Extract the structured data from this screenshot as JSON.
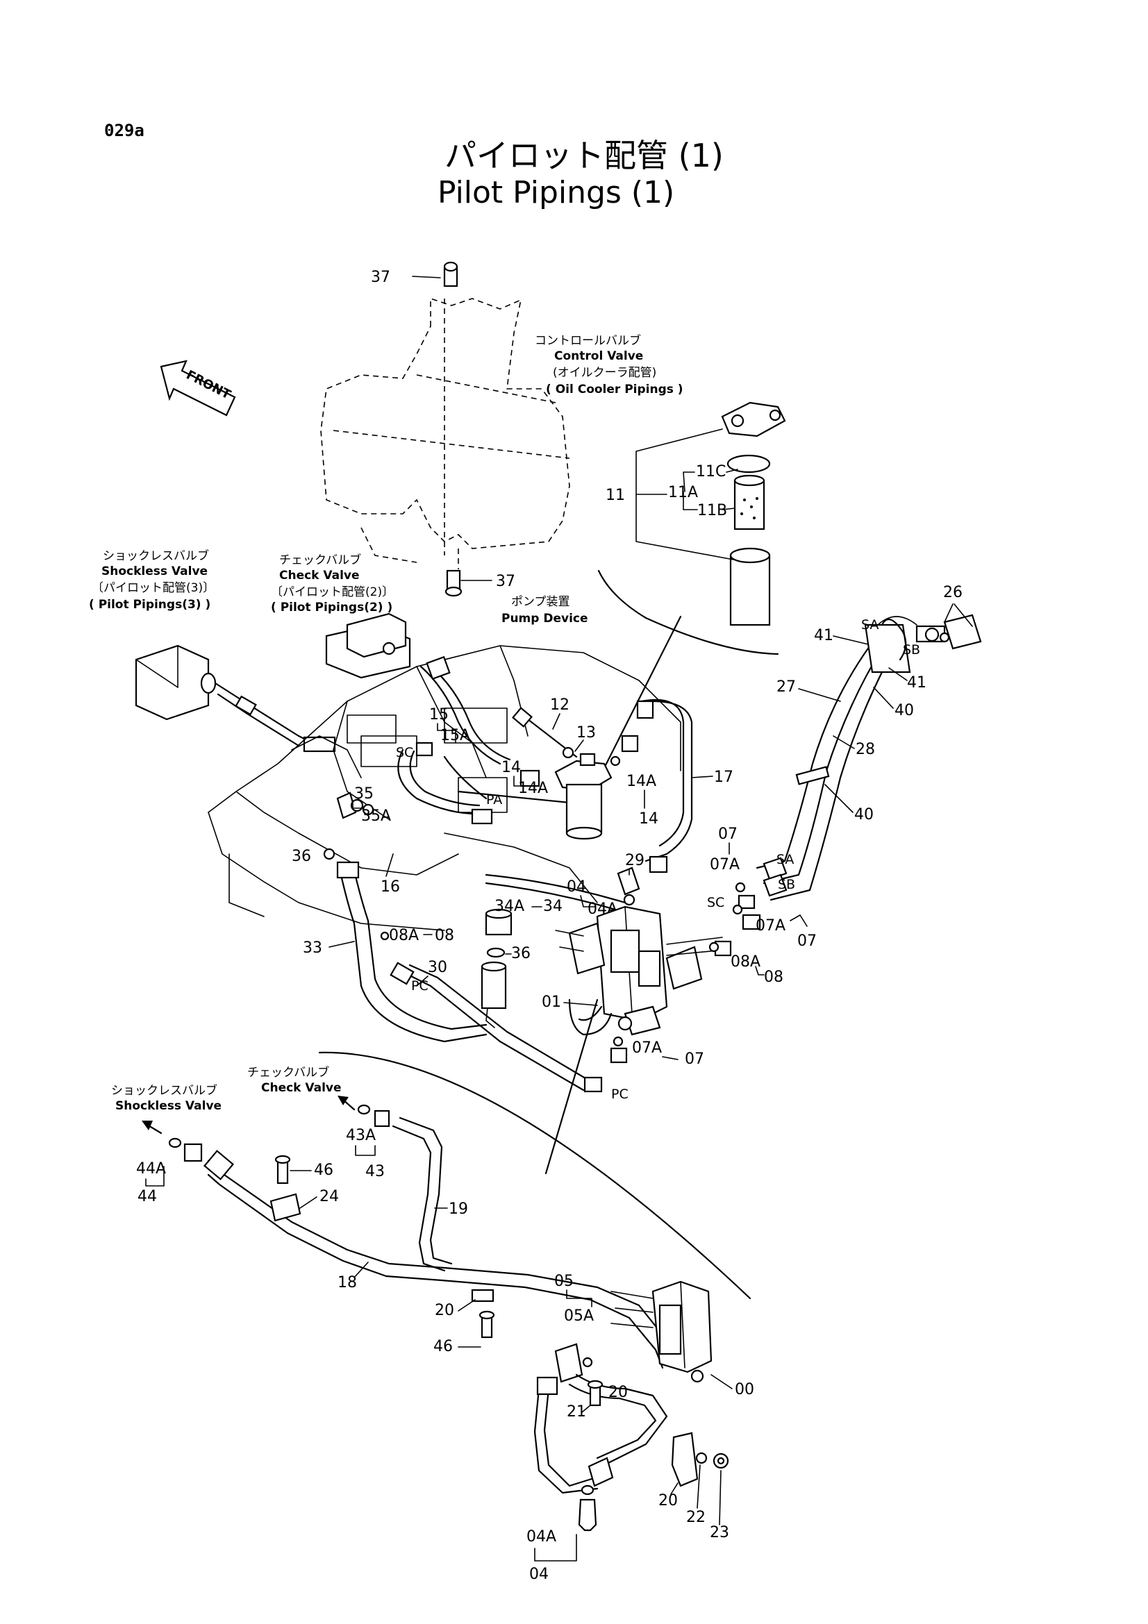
{
  "page_id": "029a",
  "title_jp": "パイロット配管 (1)",
  "title_en": "Pilot Pipings (1)",
  "front_label": "FRONT",
  "notes": {
    "control_valve": [
      "コントロールバルブ",
      "Control Valve",
      "(オイルクーラ配管)",
      "( Oil Cooler Pipings )"
    ],
    "shockless_top": [
      "ショックレスバルブ",
      "Shockless Valve",
      "〔パイロット配管(3)〕",
      "( Pilot Pipings(3) )"
    ],
    "check_top": [
      "チェックバルブ",
      "Check Valve",
      "〔パイロット配管(2)〕",
      "( Pilot Pipings(2) )"
    ],
    "pump": [
      "ポンプ装置",
      "Pump Device"
    ],
    "check_bottom": [
      "チェックバルブ",
      "Check Valve"
    ],
    "shockless_bottom": [
      "ショックレスバルブ",
      "Shockless Valve"
    ]
  },
  "callouts": {
    "c37a": "37",
    "c37b": "37",
    "c11": "11",
    "c11A": "11A",
    "c11B": "11B",
    "c11C": "11C",
    "c26": "26",
    "cSA1": "SA",
    "cSB1": "SB",
    "c41a": "41",
    "c41b": "41",
    "c40a": "40",
    "c27": "27",
    "c28": "28",
    "c40b": "40",
    "c12": "12",
    "c13": "13",
    "c15": "15",
    "c15A": "15A",
    "cSC1": "SC",
    "cPA": "PA",
    "c14a": "14",
    "c14Aa": "14A",
    "c14Ab": "14A",
    "c14b": "14",
    "c17": "17",
    "c35": "35",
    "c35A": "35A",
    "c36a": "36",
    "c16": "16",
    "c29": "29",
    "c04a": "04",
    "c04Aa": "04A",
    "c07a": "07",
    "c07Aa": "07A",
    "cSA2": "SA",
    "cSB2": "SB",
    "cSC2": "SC",
    "c07Ab": "07A",
    "c07b": "07",
    "c34A": "34A",
    "c34": "34",
    "c36b": "36",
    "c08Aa": "08A",
    "c08a": "08",
    "c33": "33",
    "c30": "30",
    "cPC1": "PC",
    "c08Ab": "08A",
    "c08b": "08",
    "c01": "01",
    "c07Ac": "07A",
    "c07c": "07",
    "cPC2": "PC",
    "c43A": "43A",
    "c43": "43",
    "c44A": "44A",
    "c44": "44",
    "c46a": "46",
    "c24": "24",
    "c19": "19",
    "c18": "18",
    "c05": "05",
    "c05A": "05A",
    "c20a": "20",
    "c46b": "46",
    "c20b": "20",
    "c21": "21",
    "c00": "00",
    "c04Ab": "04A",
    "c04b": "04",
    "c20c": "20",
    "c22": "22",
    "c23": "23"
  }
}
